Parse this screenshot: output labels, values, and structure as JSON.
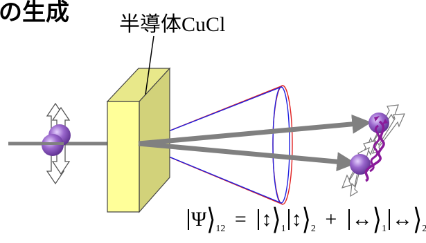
{
  "title": "の生成",
  "semiconductor_label": "半導体CuCl",
  "formula": {
    "psi": "Ψ",
    "psi_sub": "12",
    "equals": "=",
    "state_vertical": "↕",
    "state_horizontal": "↔",
    "sub1": "1",
    "sub2": "2",
    "plus": "+"
  },
  "colors": {
    "crystal_front": "#ffff99",
    "crystal_side": "#d2d27a",
    "crystal_top": "#e8e88a",
    "photon": "#9966cc",
    "cone_red": "#e02020",
    "cone_blue": "#2020e0",
    "beam": "#808080",
    "entangle": "#8a1a9a"
  },
  "icons": [
    "arrow-up-down-icon",
    "arrow-right-icon",
    "wavy-entanglement-icon"
  ]
}
